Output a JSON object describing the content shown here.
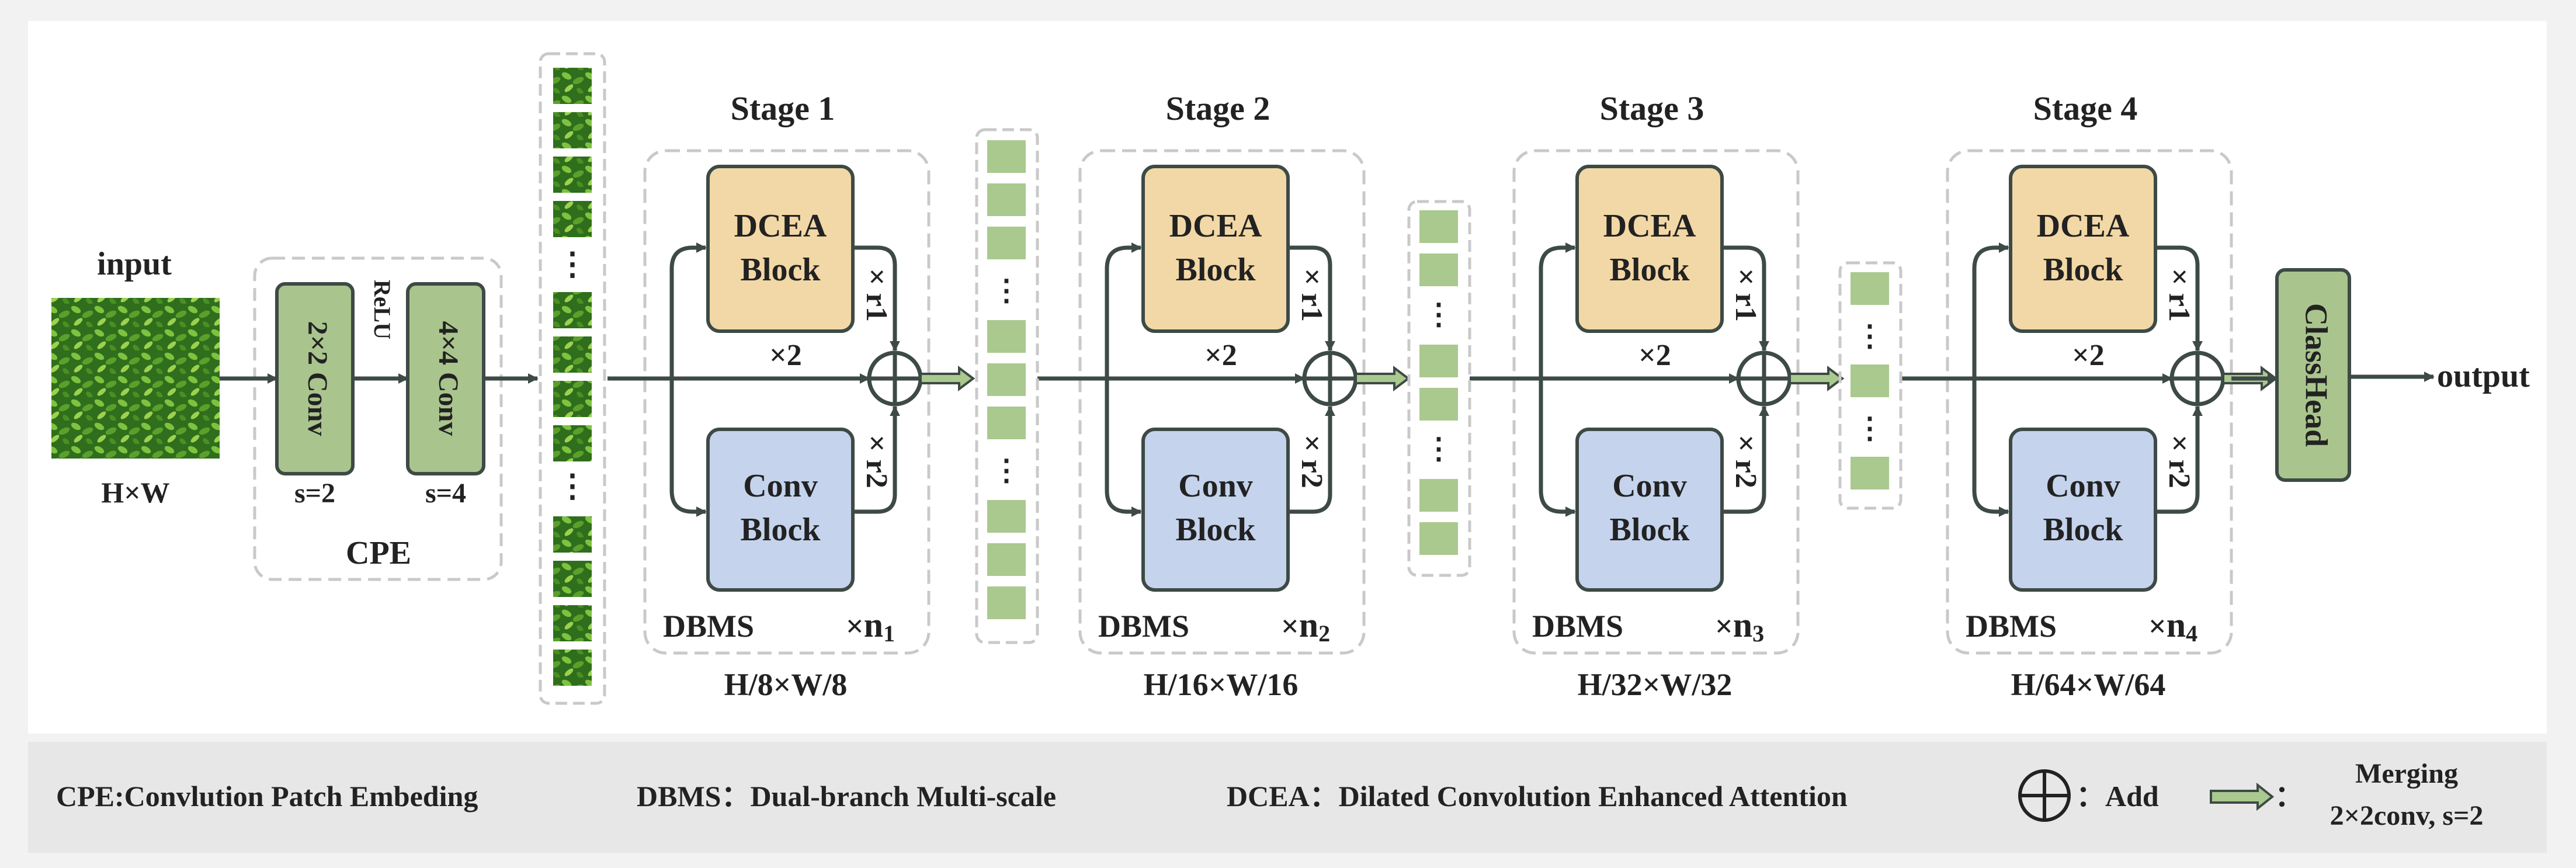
{
  "input": {
    "label": "input",
    "size": "H×W"
  },
  "cpe": {
    "conv1": "2×2 Conv",
    "conv1_stride": "s=2",
    "activation": "ReLU",
    "conv2": "4×4 Conv",
    "conv2_stride": "s=4",
    "label": "CPE"
  },
  "stages": [
    {
      "title": "Stage 1",
      "dcea": [
        "DCEA",
        "Block"
      ],
      "conv": [
        "Conv",
        "Block"
      ],
      "r1": "× r1",
      "r2": "× r2",
      "mult": "×2",
      "dbms": "DBMS",
      "repeat_prefix": "×",
      "repeat_letter": "n",
      "repeat_sub": "1",
      "resolution": "H/8×W/8"
    },
    {
      "title": "Stage 2",
      "dcea": [
        "DCEA",
        "Block"
      ],
      "conv": [
        "Conv",
        "Block"
      ],
      "r1": "× r1",
      "r2": "× r2",
      "mult": "×2",
      "dbms": "DBMS",
      "repeat_prefix": "×",
      "repeat_letter": "n",
      "repeat_sub": "2",
      "resolution": "H/16×W/16"
    },
    {
      "title": "Stage 3",
      "dcea": [
        "DCEA",
        "Block"
      ],
      "conv": [
        "Conv",
        "Block"
      ],
      "r1": "× r1",
      "r2": "× r2",
      "mult": "×2",
      "dbms": "DBMS",
      "repeat_prefix": "×",
      "repeat_letter": "n",
      "repeat_sub": "3",
      "resolution": "H/32×W/32"
    },
    {
      "title": "Stage 4",
      "dcea": [
        "DCEA",
        "Block"
      ],
      "conv": [
        "Conv",
        "Block"
      ],
      "r1": "× r1",
      "r2": "× r2",
      "mult": "×2",
      "dbms": "DBMS",
      "repeat_prefix": "×",
      "repeat_letter": "n",
      "repeat_sub": "4",
      "resolution": "H/64×W/64"
    }
  ],
  "ellipsis": "⋮",
  "classhead": "ClassHead",
  "output": "output",
  "legend": {
    "cpe": "CPE:Convlution Patch Embeding",
    "dbms": "DBMS：Dual-branch Multi-scale",
    "dcea": "DCEA：Dilated Convolution Enhanced Attention",
    "add": "：Add",
    "merging_sep": "：",
    "merging_line1": "Merging",
    "merging_line2": "2×2conv, s=2"
  },
  "colors": {
    "green_box": "#a9c48d",
    "green_cell": "#aac98e",
    "yellow_block": "#f2d8a6",
    "blue_block": "#c5d3ec",
    "stroke": "#3d4a45",
    "dashed": "#c9c9c9",
    "legend_band": "#e7e7e7"
  }
}
